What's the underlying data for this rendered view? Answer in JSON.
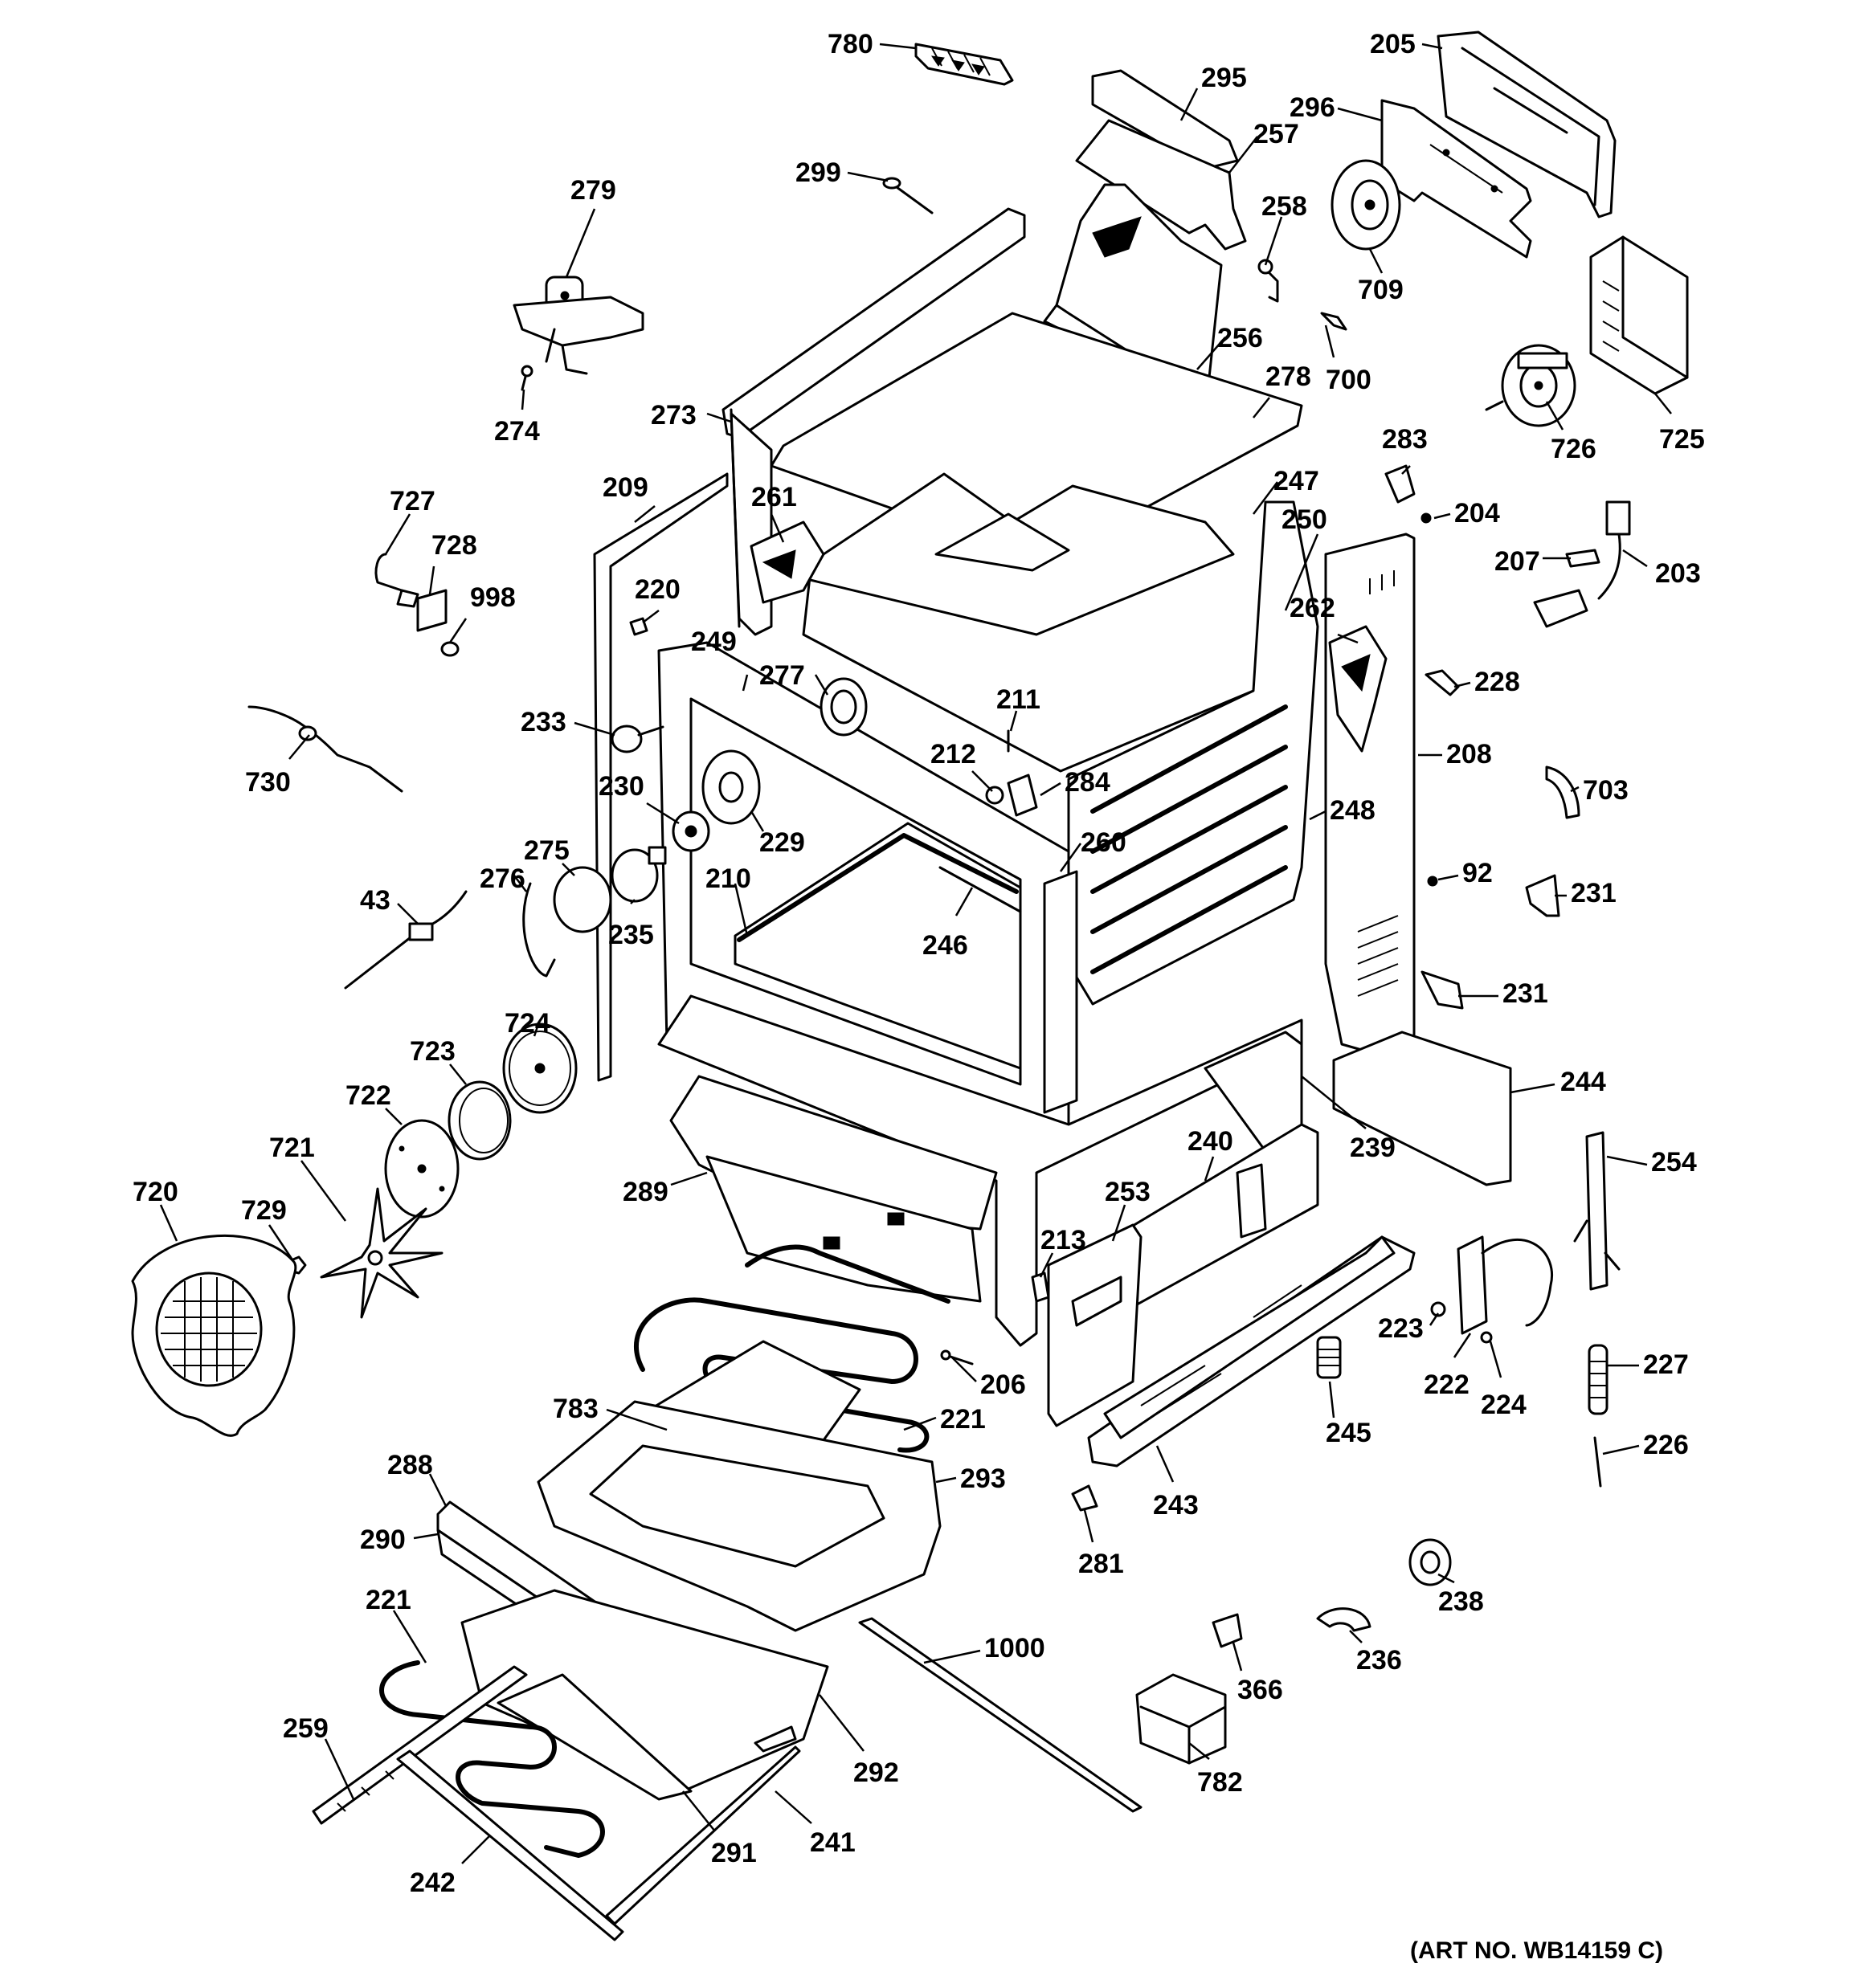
{
  "art_number": "(ART NO. WB14159 C)",
  "callouts": [
    {
      "id": "c780",
      "label": "780"
    },
    {
      "id": "c295",
      "label": "295"
    },
    {
      "id": "c205",
      "label": "205"
    },
    {
      "id": "c296",
      "label": "296"
    },
    {
      "id": "c257",
      "label": "257"
    },
    {
      "id": "c299",
      "label": "299"
    },
    {
      "id": "c279",
      "label": "279"
    },
    {
      "id": "c258",
      "label": "258"
    },
    {
      "id": "c709",
      "label": "709"
    },
    {
      "id": "c256",
      "label": "256"
    },
    {
      "id": "c700",
      "label": "700"
    },
    {
      "id": "c278",
      "label": "278"
    },
    {
      "id": "c726",
      "label": "726"
    },
    {
      "id": "c725",
      "label": "725"
    },
    {
      "id": "c273",
      "label": "273"
    },
    {
      "id": "c274",
      "label": "274"
    },
    {
      "id": "c283",
      "label": "283"
    },
    {
      "id": "c247",
      "label": "247"
    },
    {
      "id": "c204",
      "label": "204"
    },
    {
      "id": "c727",
      "label": "727"
    },
    {
      "id": "c209",
      "label": "209"
    },
    {
      "id": "c261",
      "label": "261"
    },
    {
      "id": "c250",
      "label": "250"
    },
    {
      "id": "c728",
      "label": "728"
    },
    {
      "id": "c207",
      "label": "207"
    },
    {
      "id": "c203",
      "label": "203"
    },
    {
      "id": "c998",
      "label": "998"
    },
    {
      "id": "c220",
      "label": "220"
    },
    {
      "id": "c262",
      "label": "262"
    },
    {
      "id": "c249",
      "label": "249"
    },
    {
      "id": "c277",
      "label": "277"
    },
    {
      "id": "c228",
      "label": "228"
    },
    {
      "id": "c233",
      "label": "233"
    },
    {
      "id": "c211",
      "label": "211"
    },
    {
      "id": "c208",
      "label": "208"
    },
    {
      "id": "c212",
      "label": "212"
    },
    {
      "id": "c730",
      "label": "730"
    },
    {
      "id": "c230",
      "label": "230"
    },
    {
      "id": "c284",
      "label": "284"
    },
    {
      "id": "c703",
      "label": "703"
    },
    {
      "id": "c248",
      "label": "248"
    },
    {
      "id": "c229",
      "label": "229"
    },
    {
      "id": "c260",
      "label": "260"
    },
    {
      "id": "c275",
      "label": "275"
    },
    {
      "id": "c92",
      "label": "92"
    },
    {
      "id": "c276",
      "label": "276"
    },
    {
      "id": "c231a",
      "label": "231"
    },
    {
      "id": "c43",
      "label": "43"
    },
    {
      "id": "c210",
      "label": "210"
    },
    {
      "id": "c235",
      "label": "235"
    },
    {
      "id": "c246",
      "label": "246"
    },
    {
      "id": "c231b",
      "label": "231"
    },
    {
      "id": "c724",
      "label": "724"
    },
    {
      "id": "c723",
      "label": "723"
    },
    {
      "id": "c244",
      "label": "244"
    },
    {
      "id": "c722",
      "label": "722"
    },
    {
      "id": "c240",
      "label": "240"
    },
    {
      "id": "c239",
      "label": "239"
    },
    {
      "id": "c721",
      "label": "721"
    },
    {
      "id": "c254",
      "label": "254"
    },
    {
      "id": "c720",
      "label": "720"
    },
    {
      "id": "c289",
      "label": "289"
    },
    {
      "id": "c253",
      "label": "253"
    },
    {
      "id": "c729",
      "label": "729"
    },
    {
      "id": "c213",
      "label": "213"
    },
    {
      "id": "c223",
      "label": "223"
    },
    {
      "id": "c227",
      "label": "227"
    },
    {
      "id": "c206",
      "label": "206"
    },
    {
      "id": "c222",
      "label": "222"
    },
    {
      "id": "c783",
      "label": "783"
    },
    {
      "id": "c221a",
      "label": "221"
    },
    {
      "id": "c245",
      "label": "245"
    },
    {
      "id": "c224",
      "label": "224"
    },
    {
      "id": "c226",
      "label": "226"
    },
    {
      "id": "c293",
      "label": "293"
    },
    {
      "id": "c288",
      "label": "288"
    },
    {
      "id": "c243",
      "label": "243"
    },
    {
      "id": "c290",
      "label": "290"
    },
    {
      "id": "c281",
      "label": "281"
    },
    {
      "id": "c238",
      "label": "238"
    },
    {
      "id": "c221b",
      "label": "221"
    },
    {
      "id": "c1000",
      "label": "1000"
    },
    {
      "id": "c236",
      "label": "236"
    },
    {
      "id": "c366",
      "label": "366"
    },
    {
      "id": "c259",
      "label": "259"
    },
    {
      "id": "c292",
      "label": "292"
    },
    {
      "id": "c782",
      "label": "782"
    },
    {
      "id": "c241",
      "label": "241"
    },
    {
      "id": "c291",
      "label": "291"
    },
    {
      "id": "c242",
      "label": "242"
    }
  ]
}
